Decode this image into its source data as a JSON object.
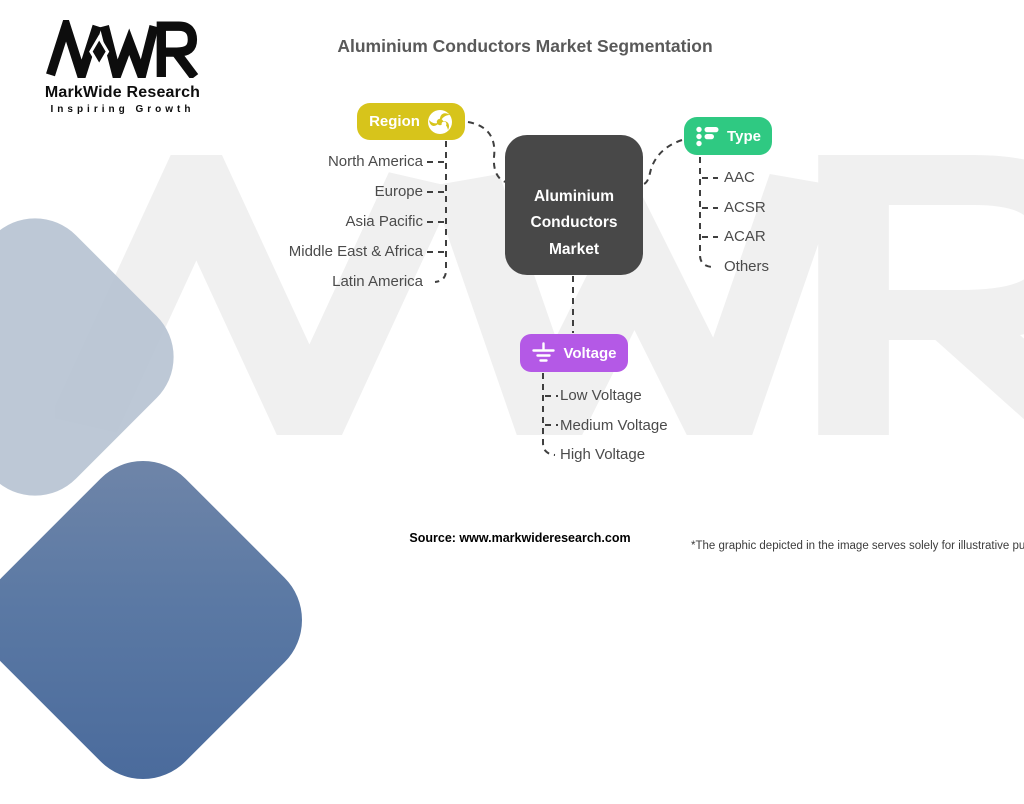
{
  "title": "Aluminium Conductors Market Segmentation",
  "logo": {
    "acronym": "MWR",
    "name": "MarkWide Research",
    "tagline": "Inspiring Growth"
  },
  "watermark": {
    "text": "MWR"
  },
  "center": {
    "lines": [
      "Aluminium",
      "Conductors",
      "Market"
    ]
  },
  "segments": {
    "region": {
      "label": "Region",
      "color": "#d7c41b",
      "icon": "globe-icon",
      "items": [
        "North America",
        "Europe",
        "Asia Pacific",
        "Middle East & Africa",
        "Latin America"
      ]
    },
    "type": {
      "label": "Type",
      "color": "#2fc982",
      "icon": "list-icon",
      "items": [
        "AAC",
        "ACSR",
        "ACAR",
        "Others"
      ]
    },
    "voltage": {
      "label": "Voltage",
      "color": "#b459e6",
      "icon": "ground-icon",
      "items": [
        "Low Voltage",
        "Medium Voltage",
        "High Voltage"
      ]
    }
  },
  "theme": {
    "center_box": "#484848",
    "connector": "#3f3f3f",
    "title_text": "#595959",
    "item_text": "#4b4b4b",
    "diamond_light": "#b7c3d3",
    "diamond_dark": "#48699b",
    "watermark_gray": "#f0f0f0"
  },
  "footer": {
    "source": "Source: www.markwideresearch.com",
    "disclaimer": "*The graphic depicted in the image serves solely for illustrative purposes"
  }
}
